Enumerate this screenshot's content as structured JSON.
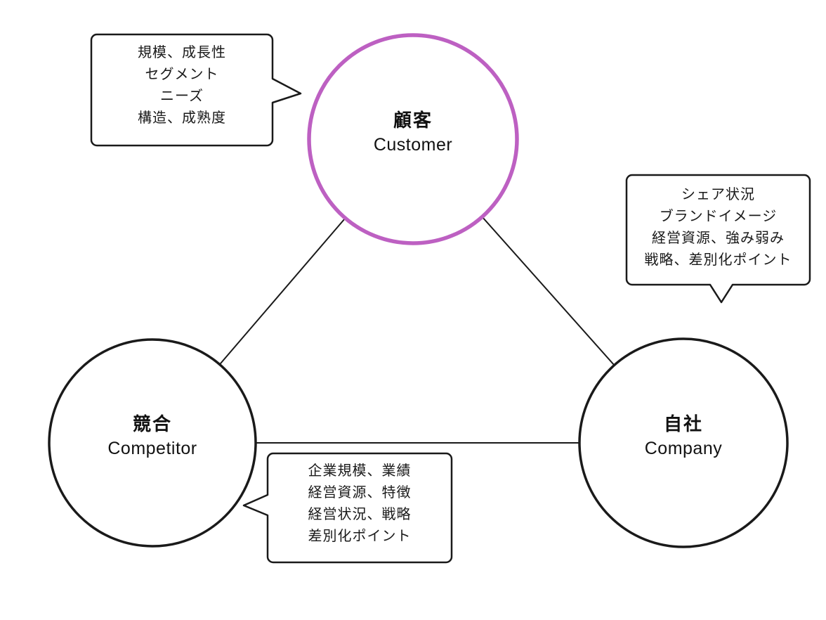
{
  "nodes": {
    "customer": {
      "label_ja": "顧客",
      "label_en": "Customer",
      "border_color": "#bd60c2"
    },
    "competitor": {
      "label_ja": "競合",
      "label_en": "Competitor",
      "border_color": "#1a1a1a"
    },
    "company": {
      "label_ja": "自社",
      "label_en": "Company",
      "border_color": "#1a1a1a"
    }
  },
  "callouts": {
    "customer": {
      "lines": [
        "規模、成長性",
        "セグメント",
        "ニーズ",
        "構造、成熟度"
      ]
    },
    "company": {
      "lines": [
        "シェア状況",
        "ブランドイメージ",
        "経営資源、強み弱み",
        "戦略、差別化ポイント"
      ]
    },
    "competitor": {
      "lines": [
        "企業規模、業績",
        "経営資源、特徴",
        "経営状況、戦略",
        "差別化ポイント"
      ]
    }
  },
  "colors": {
    "accent_purple": "#bd60c2",
    "line_black": "#1a1a1a",
    "background": "#ffffff"
  }
}
